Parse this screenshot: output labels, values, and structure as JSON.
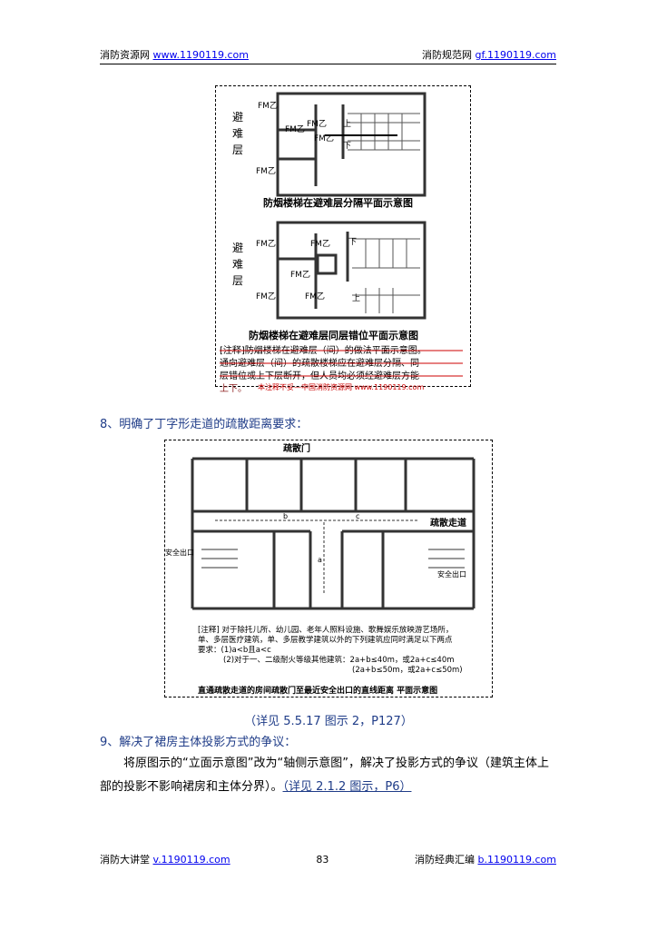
{
  "header": {
    "left_label": "消防资源网",
    "left_url": "www.1190119.com",
    "right_label": "消防规范网",
    "right_url": "gf.1190119.com"
  },
  "figure1": {
    "side_label_top": [
      "避",
      "难",
      "层"
    ],
    "side_label_bottom": [
      "避",
      "难",
      "层"
    ],
    "door_label": "FM乙",
    "stair_up": "上",
    "stair_down": "下",
    "caption_top": "防烟楼梯在避难层分隔平面示意图",
    "caption_bottom": "防烟楼梯在避难层同层错位平面示意图",
    "note_lines": [
      "[注释]防烟楼梯在避难层（间）的做法平面示意图。",
      "通向避难层（间）的疏散楼梯应在避难层分隔、同",
      "层错位或上下层断开，但人员均必须经避难层方能",
      "上下。"
    ],
    "watermark": "本注释不妥—中国消防资源网 www.1190119.com"
  },
  "section8": {
    "heading": "8、明确了丁字形走道的疏散距离要求："
  },
  "figure2": {
    "door_label": "疏散门",
    "corridor_label": "疏散走道",
    "exit_left": "安全出口",
    "exit_right": "安全出口",
    "dim_a": "a",
    "dim_b": "b",
    "dim_c": "c",
    "note_lines": [
      "[注释] 对于除托儿所、幼儿园、老年人照料设施、歌舞娱乐放映游艺场所，",
      "单、多层医疗建筑，单、多层教学建筑以外的下列建筑应同时满足以下两点",
      "要求：(1)a<b且a<c",
      "(2)对于一、二级耐火等级其他建筑：2a+b≤40m，或2a+c≤40m",
      "(2a+b≤50m，或2a+c≤50m)"
    ],
    "caption": "直通疏散走道的房间疏散门至最近安全出口的直线距离 平面示意图"
  },
  "reference": "（详见 5.5.17 图示 2，P127）",
  "section9": {
    "heading": "9、解决了裙房主体投影方式的争议："
  },
  "paragraph": {
    "text": "将原图示的“立面示意图”改为“轴侧示意图”，解决了投影方式的争议（建筑主体上部的投影不影响裙房和主体分界）。",
    "link": "（详见 2.1.2 图示，P6）"
  },
  "footer": {
    "left_label": "消防大讲堂",
    "left_url": "v.1190119.com",
    "page_number": "83",
    "right_label": "消防经典汇编",
    "right_url": "b.1190119.com"
  }
}
